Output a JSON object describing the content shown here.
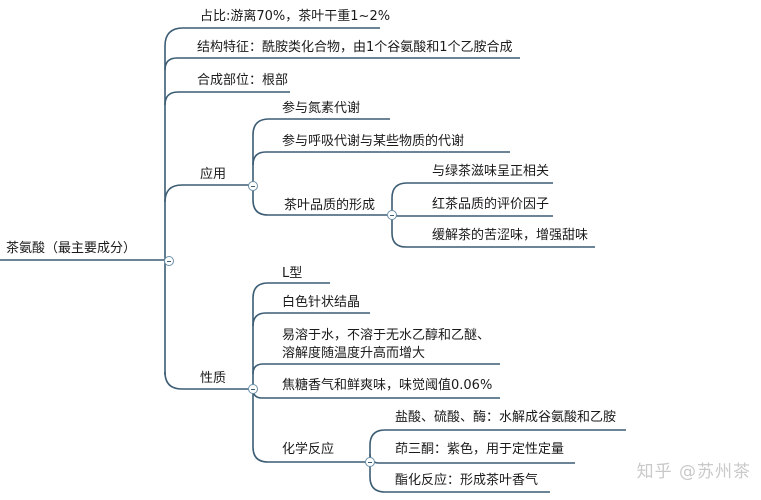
{
  "root": {
    "label": "茶氨酸（最主要成分）"
  },
  "branches": {
    "ratio": "占比:游离70%，茶叶干重1~2%",
    "structure": "结构特征：酰胺类化合物，由1个谷氨酸和1个乙胺合成",
    "site": "合成部位：根部",
    "application": {
      "label": "应用",
      "children": {
        "nitrogen": "参与氮素代谢",
        "respiration": "参与呼吸代谢与某些物质的代谢",
        "quality": {
          "label": "茶叶品质的形成",
          "children": {
            "green": "与绿茶滋味呈正相关",
            "black": "红茶品质的评价因子",
            "bitter": "缓解茶的苦涩味，增强甜味"
          }
        }
      }
    },
    "properties": {
      "label": "性质",
      "children": {
        "ltype": "L型",
        "crystal": "白色针状结晶",
        "solubility": "易溶于水，不溶于无水乙醇和乙醚、溶解度随温度升高而增大",
        "aroma": "焦糖香气和鲜爽味，味觉阈值0.06%",
        "chem": {
          "label": "化学反应",
          "children": {
            "hydrolysis": "盐酸、硫酸、酶：水解成谷氨酸和乙胺",
            "ninhydrin": "茚三酮：紫色，用于定性定量",
            "acylation": "酯化反应：形成茶叶香气"
          }
        }
      }
    }
  },
  "watermark": "知乎 @苏州茶",
  "colors": {
    "line": "#3c5d74",
    "accent": "#6b8fa8"
  }
}
